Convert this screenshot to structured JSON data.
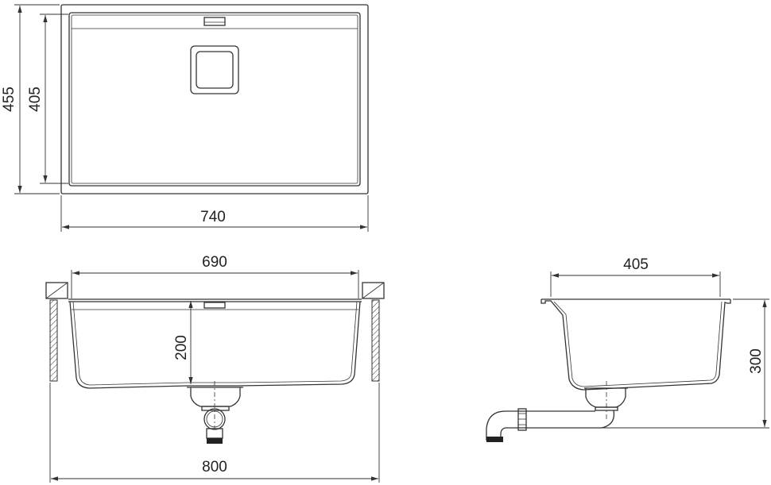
{
  "drawing": {
    "top_view": {
      "overall_depth": "455",
      "bowl_depth": "405",
      "overall_width": "740"
    },
    "front_view": {
      "bowl_width": "690",
      "bowl_height": "200",
      "cabinet_width": "800"
    },
    "side_view": {
      "bowl_depth": "405",
      "installation_height": "300"
    }
  },
  "colors": {
    "line": "#333333",
    "background": "#ffffff"
  }
}
